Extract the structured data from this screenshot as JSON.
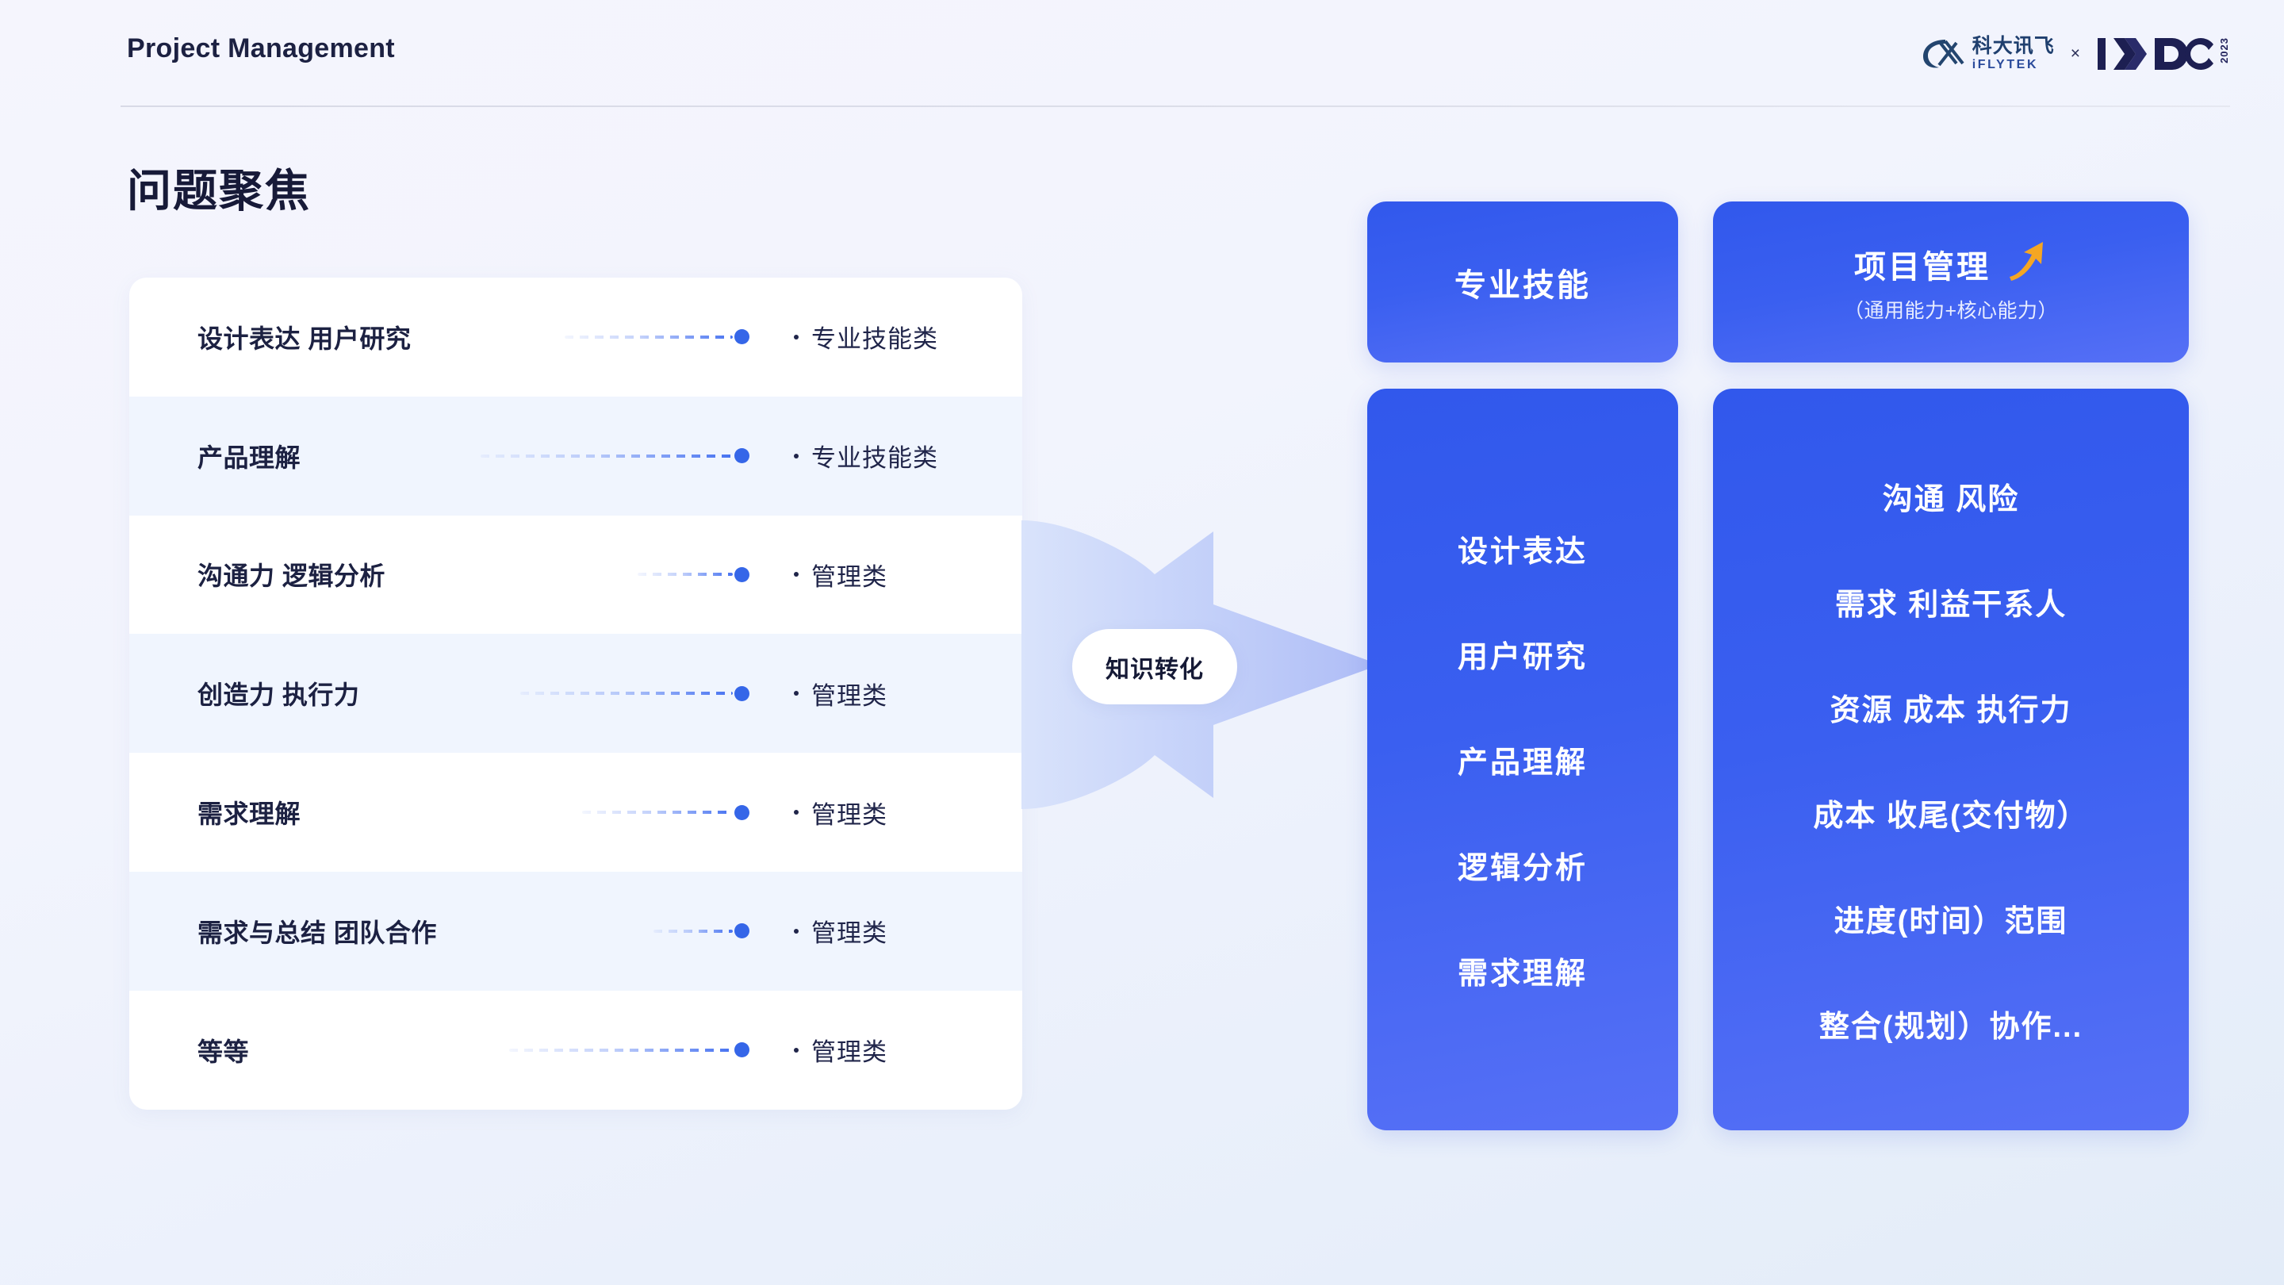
{
  "header": {
    "title": "Project Management",
    "logo": {
      "iflytek_cn": "科大讯飞",
      "iflytek_en": "iFLYTEK",
      "separator": "×",
      "ixdc": "IxDC",
      "year": "2023"
    }
  },
  "page_title": "问题聚焦",
  "list": {
    "rows": [
      {
        "label": "设计表达 用户研究",
        "category": "专业技能类",
        "line_width": 212
      },
      {
        "label": "产品理解",
        "category": "专业技能类",
        "line_width": 318
      },
      {
        "label": "沟通力 逻辑分析",
        "category": "管理类",
        "line_width": 120
      },
      {
        "label": "创造力 执行力",
        "category": "管理类",
        "line_width": 268
      },
      {
        "label": "需求理解",
        "category": "管理类",
        "line_width": 190
      },
      {
        "label": "需求与总结 团队合作",
        "category": "管理类",
        "line_width": 100
      },
      {
        "label": "等等",
        "category": "管理类",
        "line_width": 282
      }
    ]
  },
  "arrow": {
    "label": "知识转化"
  },
  "cards": {
    "skills": {
      "title": "专业技能"
    },
    "project_management": {
      "title": "项目管理",
      "subtitle": "（通用能力+核心能力）",
      "icon": "growth-arrow-icon"
    },
    "skills_items": [
      "设计表达",
      "用户研究",
      "产品理解",
      "逻辑分析",
      "需求理解"
    ],
    "pm_items": [
      "沟通 风险",
      "需求 利益干系人",
      "资源 成本  执行力",
      "成本 收尾(交付物）",
      "进度(时间）范围",
      "整合(规划）协作..."
    ]
  },
  "colors": {
    "accent_blue": "#3566e8",
    "card_blue": "#3158ec",
    "card_blue_light": "#5670f6",
    "ink": "#1c2142",
    "arrow_fill": "#b9c7f7",
    "growth_arrow": "#f5a623",
    "page_bg": "#f2f4fd"
  }
}
